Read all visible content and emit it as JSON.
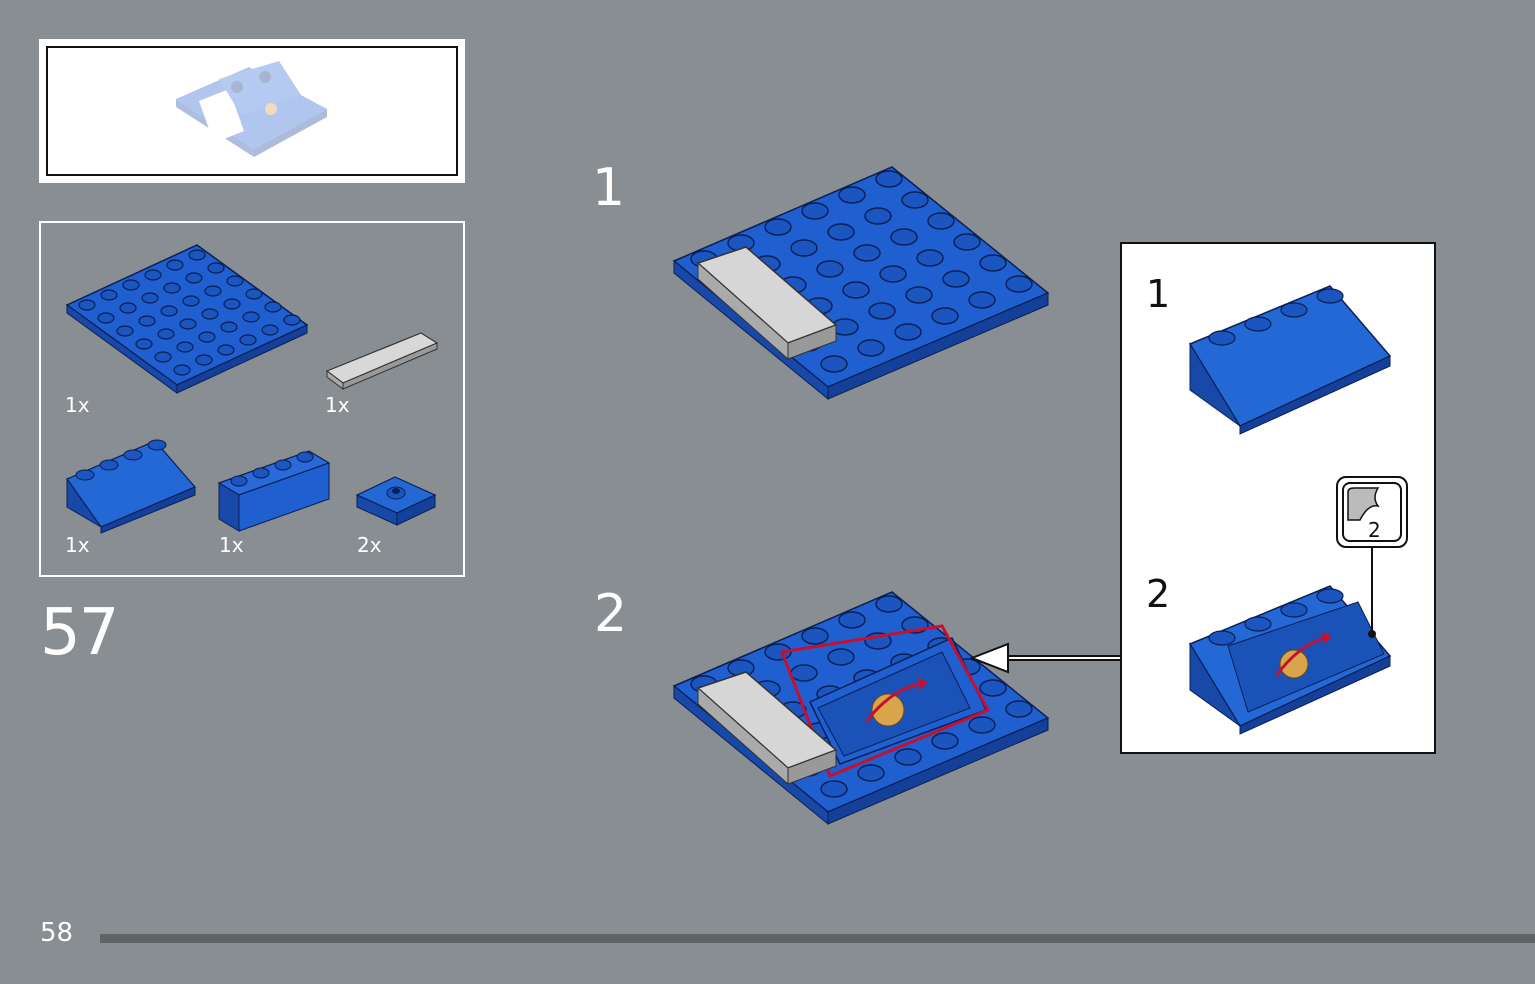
{
  "page": {
    "page_number": "58",
    "step_number": "57",
    "progress_fraction": 1.0
  },
  "parts_list": [
    {
      "qty": "1x",
      "part": "6x6 plate",
      "color": "#1f5fcf"
    },
    {
      "qty": "1x",
      "part": "1x4 tile",
      "color": "#d4d4d4"
    },
    {
      "qty": "1x",
      "part": "2x4 slope",
      "color": "#1f5fcf"
    },
    {
      "qty": "1x",
      "part": "1x4 brick",
      "color": "#1f5fcf"
    },
    {
      "qty": "2x",
      "part": "1x1 plate with stud",
      "color": "#1f5fcf"
    }
  ],
  "sub_steps": [
    {
      "label": "1"
    },
    {
      "label": "2"
    }
  ],
  "callout": {
    "steps": [
      {
        "label": "1"
      },
      {
        "label": "2"
      }
    ],
    "sticker_number": "2"
  },
  "colors": {
    "background": "#888e91",
    "brick_blue": "#1f5fcf",
    "tile_grey": "#d4d4d4",
    "highlight_red": "#c8102e"
  },
  "icons": {
    "sticker": "sticker-icon",
    "arrow": "arrow-left-icon",
    "space_logo": "space-logo-icon"
  }
}
